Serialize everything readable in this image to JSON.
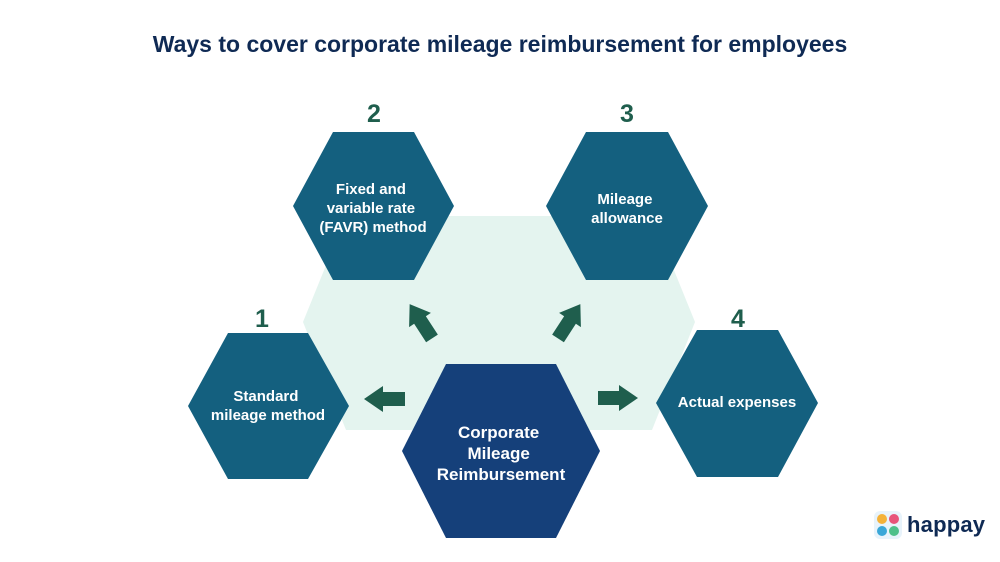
{
  "title": "Ways to cover corporate mileage reimbursement for employees",
  "colors": {
    "hex_teal": "#14607f",
    "hex_center": "#15407a",
    "background_hex": "#e4f4ef",
    "arrow": "#1f5e4d",
    "number": "#1f5e4d",
    "title": "#0f2a54"
  },
  "center": {
    "lines": [
      "Corporate",
      "Mileage",
      "Reimbursement"
    ]
  },
  "methods": [
    {
      "number": "1",
      "lines": [
        "Standard",
        "mileage method"
      ]
    },
    {
      "number": "2",
      "lines": [
        "Fixed and",
        "variable rate",
        "(FAVR) method"
      ]
    },
    {
      "number": "3",
      "lines": [
        "Mileage",
        "allowance"
      ]
    },
    {
      "number": "4",
      "lines": [
        "Actual expenses"
      ]
    }
  ],
  "logo": {
    "text": "happay",
    "icon": "happay-logo-icon"
  }
}
